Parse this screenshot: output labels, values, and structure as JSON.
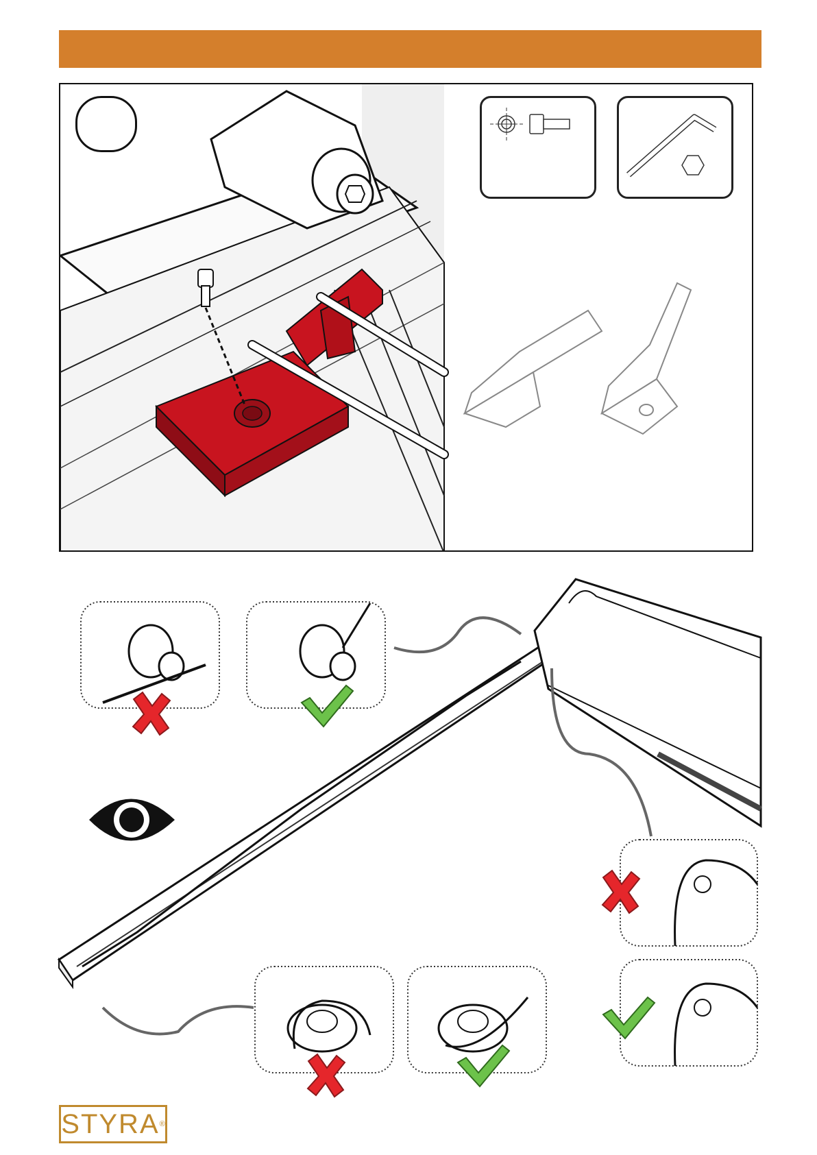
{
  "header": {
    "bar_color": "#d47f2c"
  },
  "step": {
    "number_label": ""
  },
  "tools": [
    {
      "name": "screw",
      "icon": "screw-icon"
    },
    {
      "name": "hex-key",
      "icon": "hex-key-icon"
    }
  ],
  "checks": {
    "wrong_color": "#e5262b",
    "correct_color": "#6cc24a",
    "wrong_icon": "cross-icon",
    "correct_icon": "check-icon"
  },
  "highlight_color": "#c8141f",
  "brand": {
    "logo_text": "STYRA",
    "logo_mark": "®",
    "logo_color": "#c08a2e"
  },
  "inspect_icon": "eye-icon"
}
